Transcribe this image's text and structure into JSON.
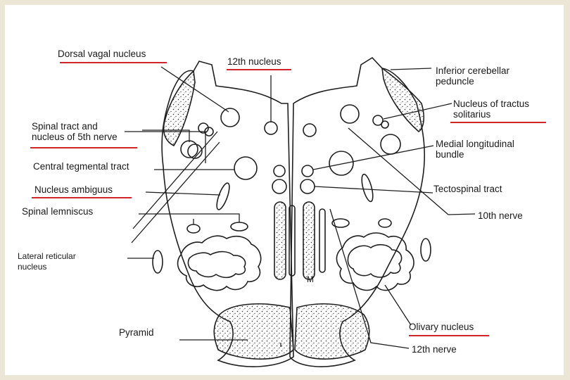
{
  "labels": {
    "dorsal_vagal_nucleus": "Dorsal vagal nucleus",
    "twelfth_nucleus": "12th nucleus",
    "spinal_tract_5th": "Spinal tract and\nnucleus of 5th nerve",
    "central_tegmental_tract": "Central tegmental tract",
    "nucleus_ambiguus": "Nucleus ambiguus",
    "spinal_lemniscus": "Spinal lemniscus",
    "lateral_reticular_nucleus": "Lateral reticular\nnucleus",
    "pyramid": "Pyramid",
    "inferior_cerebellar_peduncle": "Inferior cerebellar\npeduncle",
    "nucleus_tractus_solitarius": "Nucleus of tractus\nsolitarius",
    "medial_longitudinal_bundle": "Medial longitudinal\nbundle",
    "tectospinal_tract": "Tectospinal tract",
    "tenth_nerve": "10th nerve",
    "olivary_nucleus": "Olivary nucleus",
    "twelfth_nerve": "12th nerve",
    "midline_m": "M"
  },
  "colors": {
    "underline": "#d0262a",
    "ink": "#1a1a1a",
    "frame": "#ece6d6"
  }
}
